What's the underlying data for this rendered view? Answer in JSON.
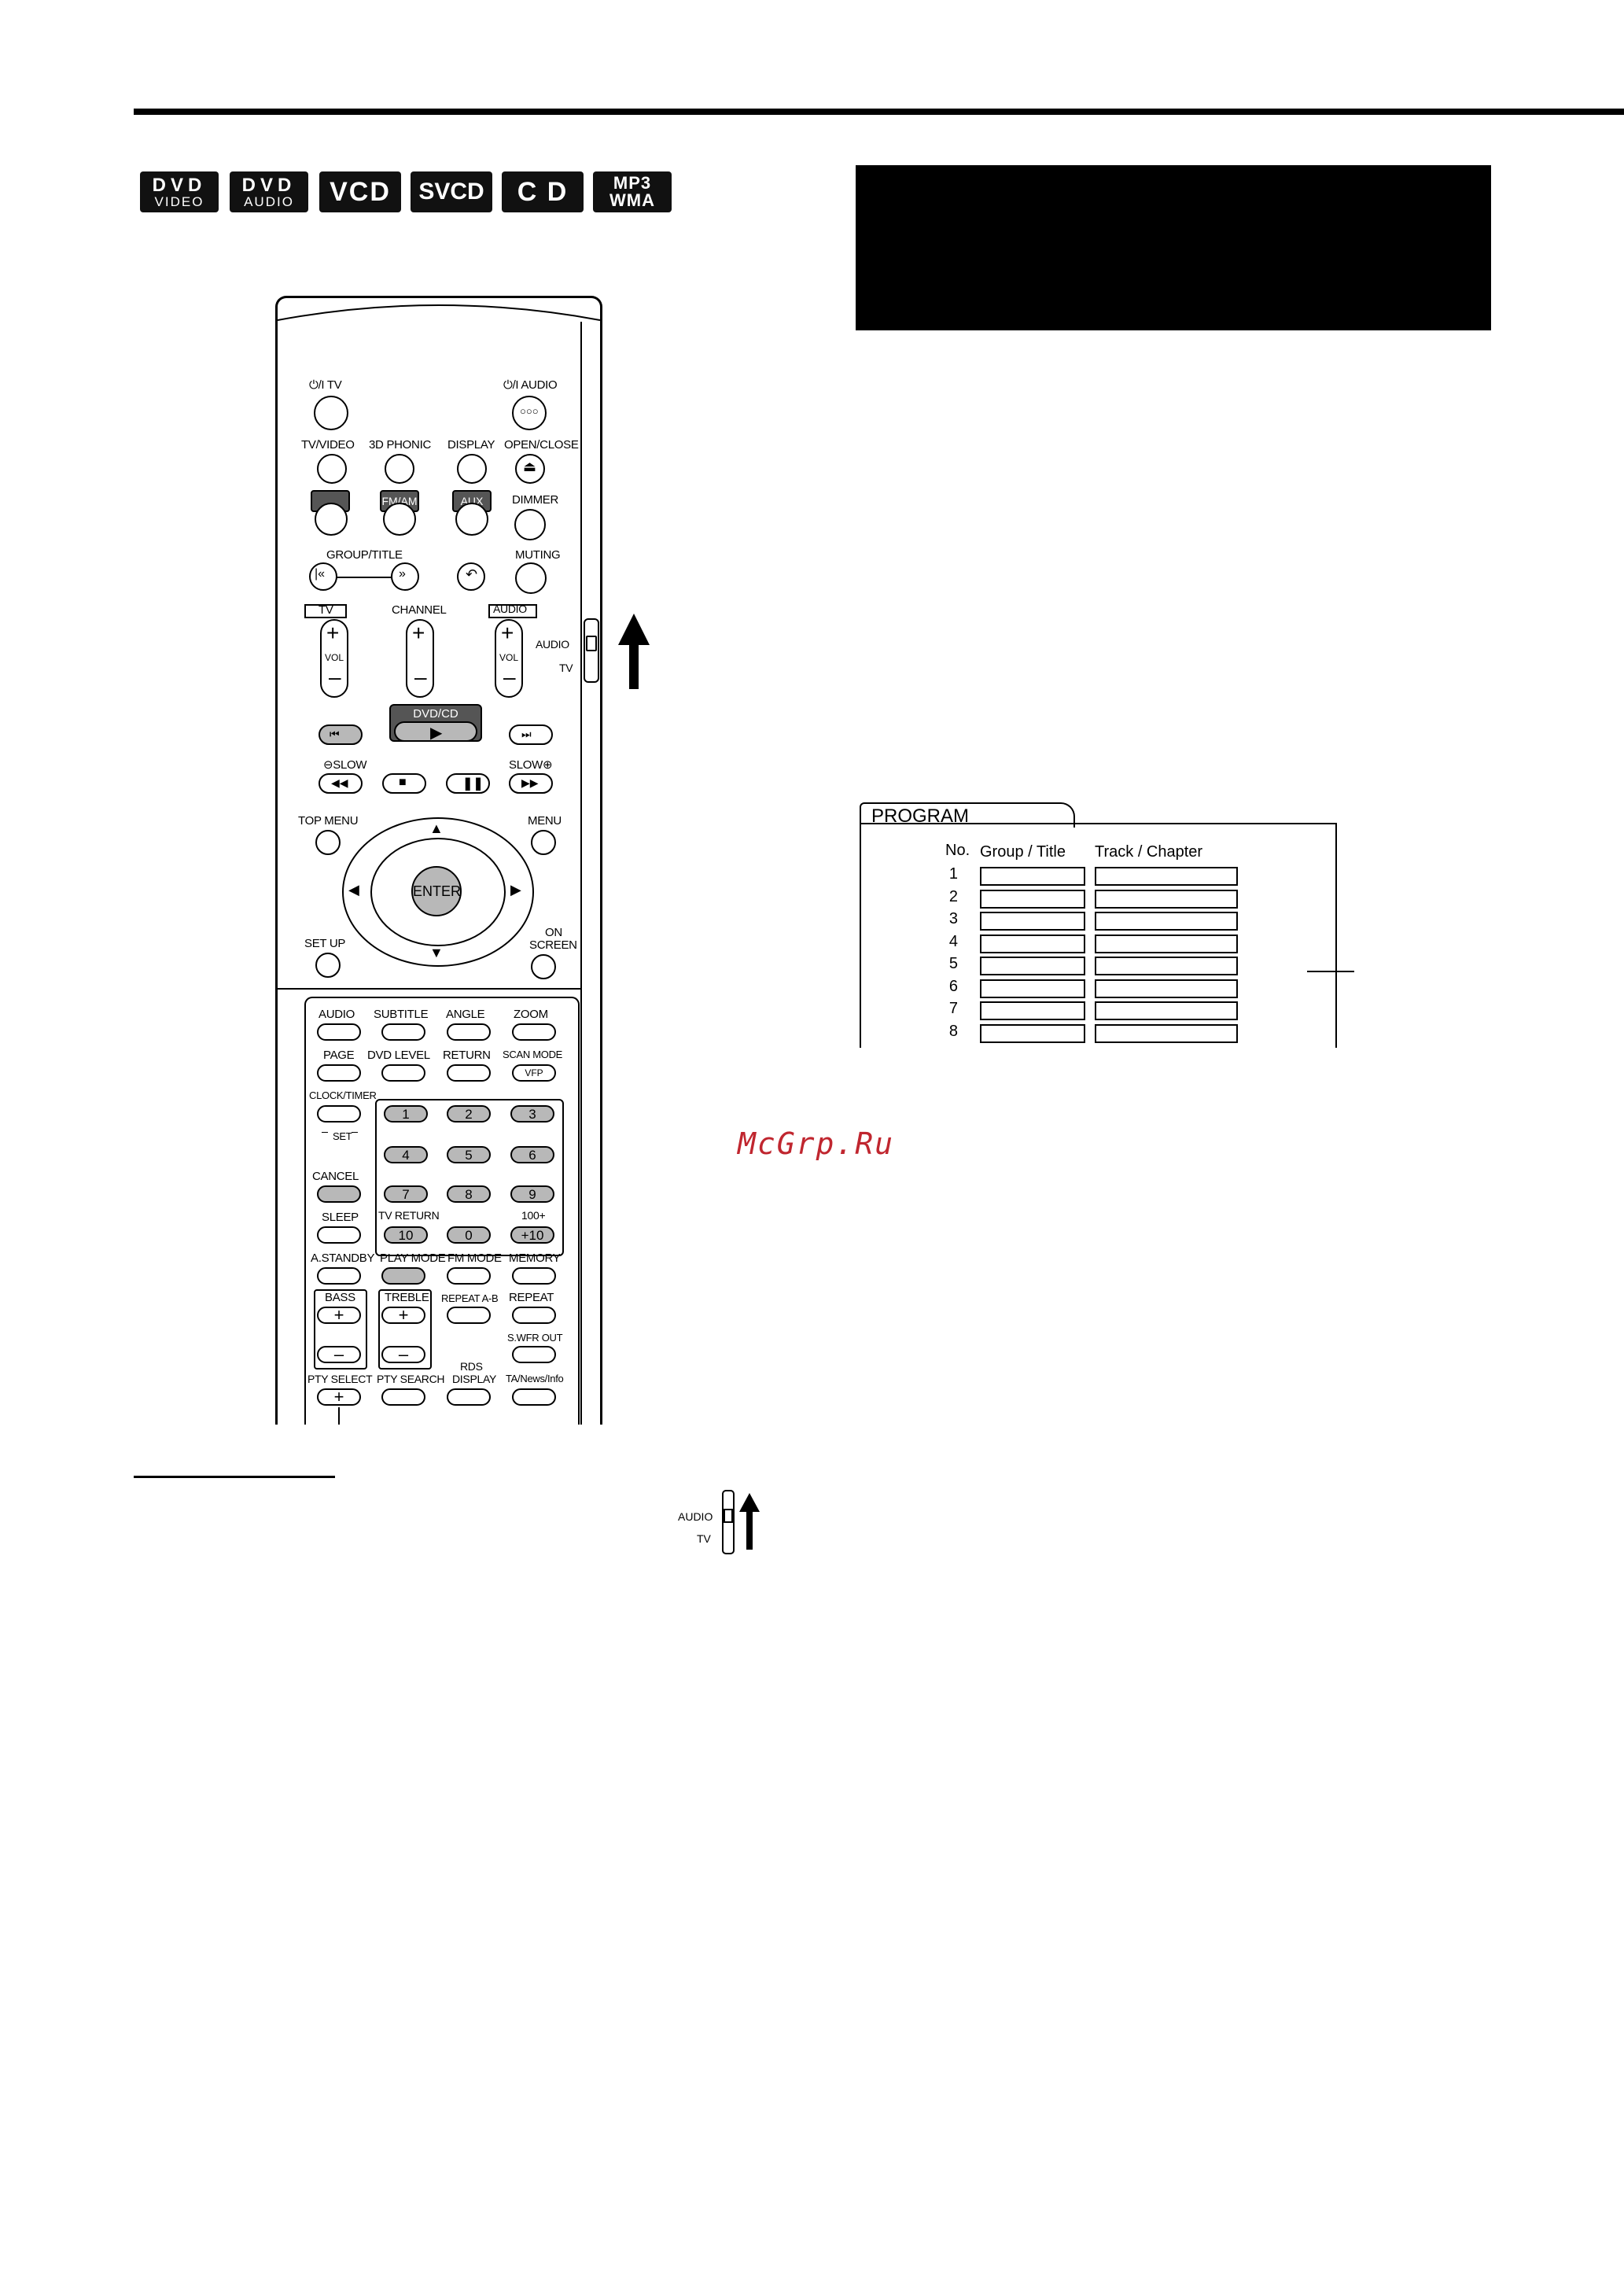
{
  "badges": {
    "dvd_video_top": "DVD",
    "dvd_video_bot": "VIDEO",
    "dvd_audio_top": "DVD",
    "dvd_audio_bot": "AUDIO",
    "vcd": "VCD",
    "svcd": "SVCD",
    "cd": "C D",
    "mp3": "MP3",
    "wma": "WMA"
  },
  "remote": {
    "power_tv": "⏻/I TV",
    "power_audio": "⏻/I AUDIO",
    "tv_video": "TV/VIDEO",
    "phonic": "3D PHONIC",
    "display": "DISPLAY",
    "open_close": "OPEN/CLOSE",
    "fm_am": "FM/AM",
    "aux": "AUX",
    "dimmer": "DIMMER",
    "group_title": "GROUP/TITLE",
    "muting": "MUTING",
    "tv": "TV",
    "channel": "CHANNEL",
    "audio_box": "AUDIO",
    "vol": "VOL",
    "switch_audio": "AUDIO",
    "switch_tv": "TV",
    "dvd_cd": "DVD/CD",
    "slow_minus": "⊖SLOW",
    "slow_plus": "SLOW⊕",
    "top_menu": "TOP MENU",
    "menu": "MENU",
    "enter": "ENTER",
    "set_up": "SET UP",
    "on_screen_1": "ON",
    "on_screen_2": "SCREEN",
    "audio": "AUDIO",
    "subtitle": "SUBTITLE",
    "angle": "ANGLE",
    "zoom": "ZOOM",
    "page": "PAGE",
    "dvd_level": "DVD LEVEL",
    "return": "RETURN",
    "scan_mode": "SCAN MODE",
    "vfp": "VFP",
    "clock_timer": "CLOCK/TIMER",
    "set": "SET",
    "cancel": "CANCEL",
    "sleep": "SLEEP",
    "tv_return": "TV RETURN",
    "hundred_plus": "100+",
    "a_standby": "A.STANDBY",
    "play_mode": "PLAY MODE",
    "fm_mode": "FM MODE",
    "memory": "MEMORY",
    "bass": "BASS",
    "treble": "TREBLE",
    "repeat_ab": "REPEAT A-B",
    "repeat": "REPEAT",
    "s_wfr_out": "S.WFR OUT",
    "pty_select": "PTY SELECT",
    "pty_search": "PTY SEARCH",
    "rds": "RDS",
    "rds_display": "DISPLAY",
    "ta_news": "TA/News/Info",
    "num": [
      "1",
      "2",
      "3",
      "4",
      "5",
      "6",
      "7",
      "8",
      "9",
      "10",
      "0",
      "+10"
    ]
  },
  "side_switch": {
    "audio": "AUDIO",
    "tv": "TV"
  },
  "program": {
    "title": "PROGRAM",
    "col_no": "No.",
    "col_group": "Group / Title",
    "col_track": "Track / Chapter",
    "rows": [
      "1",
      "2",
      "3",
      "4",
      "5",
      "6",
      "7",
      "8"
    ]
  },
  "watermark": "McGrp.Ru"
}
